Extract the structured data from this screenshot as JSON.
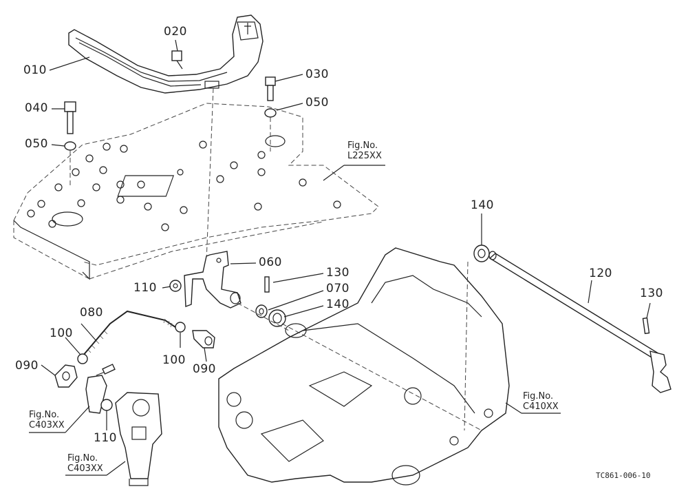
{
  "labels": {
    "p010": "010",
    "p020": "020",
    "p030": "030",
    "p040": "040",
    "p050a": "050",
    "p050b": "050",
    "p060": "060",
    "p070": "070",
    "p080": "080",
    "p090a": "090",
    "p090b": "090",
    "p100a": "100",
    "p100b": "100",
    "p110a": "110",
    "p110b": "110",
    "p120": "120",
    "p130a": "130",
    "p130b": "130",
    "p140a": "140",
    "p140b": "140"
  },
  "figure_refs": {
    "floor": {
      "line1": "Fig.No.",
      "line2": "L225XX"
    },
    "transmission": {
      "line1": "Fig.No.",
      "line2": "C410XX"
    },
    "bracket": {
      "line1": "Fig.No.",
      "line2": "C403XX"
    },
    "valve": {
      "line1": "Fig.No.",
      "line2": "C403XX"
    }
  },
  "drawing_code": "TC861-006-10"
}
